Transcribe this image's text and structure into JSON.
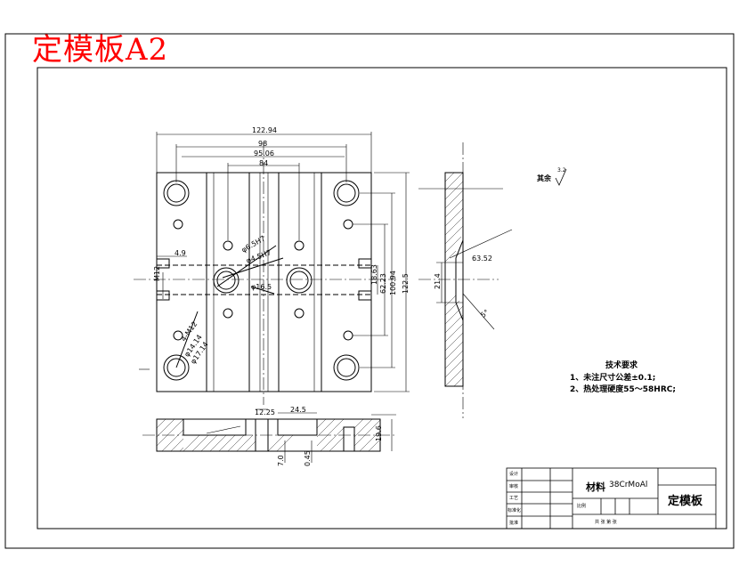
{
  "sheet_title": "定模板A2",
  "dimensions": {
    "overall_width": "122.94",
    "hole_span_a": "98",
    "hole_span_b": "95.06",
    "hole_span_c": "84",
    "left_offset": "4.9",
    "left_spacing": "M12",
    "height_total": "122.5",
    "height_inner": "100.94",
    "height_mid": "62.23",
    "height_small": "18.63",
    "diag_1": "φ6.5H7",
    "diag_2": "φ4.5H7",
    "diag_3": "φ16.5",
    "screw_1": "4-M12",
    "screw_2": "φ14.14",
    "screw_3": "φ17.14",
    "side_dim": "63.52",
    "side_angle": "5°",
    "side_height": "21.4",
    "section_a": "12.25",
    "section_b": "24.5",
    "section_c": "19.6",
    "section_d": "0.45",
    "section_e": "7.0"
  },
  "roughness_label": "其余",
  "roughness_value": "3.2",
  "tech_notes": {
    "heading": "技术要求",
    "items": [
      "1、未注尺寸公差±0.1;",
      "2、热处理硬度55～58HRC;"
    ]
  },
  "title_block": {
    "material_label": "材料",
    "material_value": "38CrMoAl",
    "part_name": "定模板",
    "row_labels": [
      "设计",
      "审核",
      "工艺",
      "标准化",
      "批准"
    ],
    "scale_label": "比例",
    "sheet_label": "共 张 第 张"
  }
}
